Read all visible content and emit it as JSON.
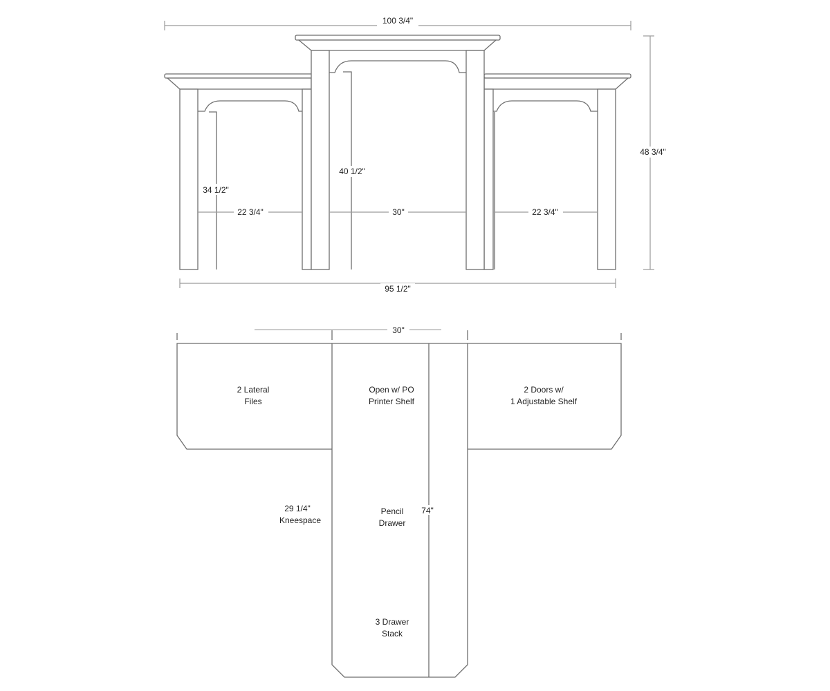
{
  "elevation": {
    "overall_width": "100 3/4\"",
    "overall_height": "48 3/4\"",
    "base_width": "95 1/2\"",
    "left_opening_height": "34 1/2\"",
    "center_opening_height": "40 1/2\"",
    "left_opening_width": "22 3/4\"",
    "center_opening_width": "30\"",
    "right_opening_width": "22 3/4\""
  },
  "plan": {
    "center_width": "30\"",
    "left_unit": [
      "2 Lateral",
      "Files"
    ],
    "center_top": [
      "Open w/ PO",
      "Printer Shelf"
    ],
    "right_unit": [
      "2 Doors w/",
      "1 Adjustable Shelf"
    ],
    "kneespace": [
      "29 1/4\"",
      "Kneespace"
    ],
    "pencil_drawer": [
      "Pencil",
      "Drawer"
    ],
    "depth": "74\"",
    "drawer_stack": [
      "3 Drawer",
      "Stack"
    ]
  }
}
